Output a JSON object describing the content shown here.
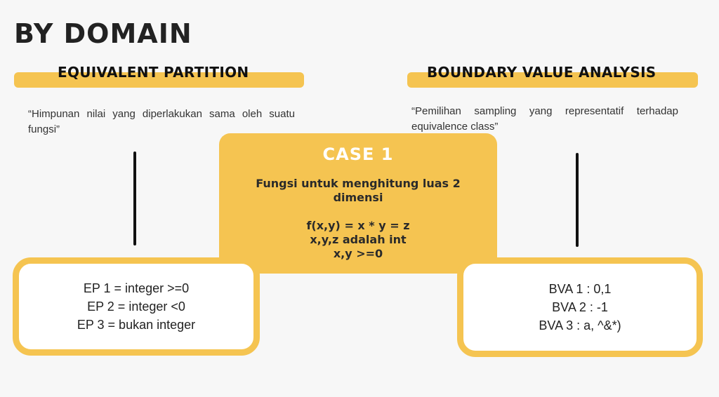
{
  "title": "BY DOMAIN",
  "left": {
    "heading": "EQUIVALENT PARTITION",
    "quote": "“Himpunan nilai yang diperlakukan sama oleh suatu fungsi”",
    "items": [
      "EP 1 = integer >=0",
      "EP 2 = integer <0",
      "EP 3 = bukan integer"
    ]
  },
  "right": {
    "heading": "BOUNDARY VALUE ANALYSIS",
    "quote": "“Pemilihan sampling yang representatif terhadap equivalence class”",
    "items": [
      "BVA 1 : 0,1",
      "BVA 2 : -1",
      "BVA 3 : a, ^&*)"
    ]
  },
  "case": {
    "title": "CASE 1",
    "description": "Fungsi untuk menghitung luas 2 dimensi",
    "formula_lines": [
      "f(x,y) = x * y = z",
      "x,y,z adalah int",
      "x,y >=0"
    ]
  },
  "colors": {
    "accent": "#f5c451",
    "background": "#f7f7f7",
    "text": "#222222"
  }
}
